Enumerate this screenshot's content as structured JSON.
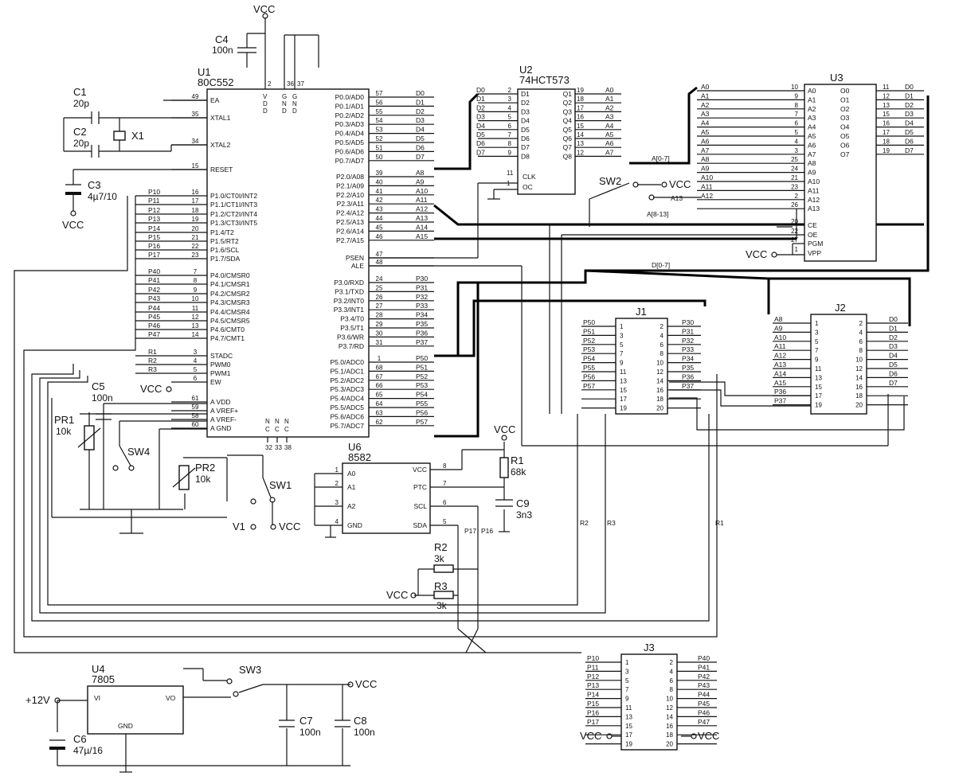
{
  "u1": {
    "ref": "U1",
    "part": "80C552",
    "left_pins": [
      {
        "num": "49",
        "name": "EA"
      },
      {
        "num": "35",
        "name": "XTAL1"
      },
      {
        "num": "34",
        "name": "XTAL2"
      },
      {
        "num": "15",
        "name": "RESET"
      },
      {
        "num": "16",
        "name": "P1.0/CT0I/INT2"
      },
      {
        "num": "17",
        "name": "P1.1/CT1I/INT3"
      },
      {
        "num": "18",
        "name": "P1.2/CT2I/INT4"
      },
      {
        "num": "19",
        "name": "P1.3/CT3I/INT5"
      },
      {
        "num": "20",
        "name": "P1.4/T2"
      },
      {
        "num": "21",
        "name": "P1.5/RT2"
      },
      {
        "num": "22",
        "name": "P1.6/SCL"
      },
      {
        "num": "23",
        "name": "P1.7/SDA"
      },
      {
        "num": "7",
        "name": "P4.0/CMSR0"
      },
      {
        "num": "8",
        "name": "P4.1/CMSR1"
      },
      {
        "num": "9",
        "name": "P4.2/CMSR2"
      },
      {
        "num": "10",
        "name": "P4.3/CMSR3"
      },
      {
        "num": "11",
        "name": "P4.4/CMSR4"
      },
      {
        "num": "12",
        "name": "P4.5/CMSR5"
      },
      {
        "num": "13",
        "name": "P4.6/CMT0"
      },
      {
        "num": "14",
        "name": "P4.7/CMT1"
      },
      {
        "num": "3",
        "name": "STADC"
      },
      {
        "num": "4",
        "name": "PWM0"
      },
      {
        "num": "5",
        "name": "PWM1"
      },
      {
        "num": "6",
        "name": "EW"
      },
      {
        "num": "61",
        "name": "A VDD"
      },
      {
        "num": "59",
        "name": "A VREF+"
      },
      {
        "num": "58",
        "name": "A VREF-"
      },
      {
        "num": "60",
        "name": "A GND"
      }
    ],
    "left_nets": [
      "P10",
      "P11",
      "P12",
      "P13",
      "P14",
      "P15",
      "P16",
      "P17",
      "P40",
      "P41",
      "P42",
      "P43",
      "P44",
      "P45",
      "P46",
      "P47",
      "R1",
      "R2",
      "R3"
    ],
    "right_pins": [
      {
        "num": "57",
        "name": "P0.0/AD0",
        "net": "D0"
      },
      {
        "num": "56",
        "name": "P0.1/AD1",
        "net": "D1"
      },
      {
        "num": "55",
        "name": "P0.2/AD2",
        "net": "D2"
      },
      {
        "num": "54",
        "name": "P0.3/AD3",
        "net": "D3"
      },
      {
        "num": "53",
        "name": "P0.4/AD4",
        "net": "D4"
      },
      {
        "num": "52",
        "name": "P0.5/AD5",
        "net": "D5"
      },
      {
        "num": "51",
        "name": "P0.6/AD6",
        "net": "D6"
      },
      {
        "num": "50",
        "name": "P0.7/AD7",
        "net": "D7"
      },
      {
        "num": "39",
        "name": "P2.0/A08",
        "net": "A8"
      },
      {
        "num": "40",
        "name": "P2.1/A09",
        "net": "A9"
      },
      {
        "num": "41",
        "name": "P2.2/A10",
        "net": "A10"
      },
      {
        "num": "42",
        "name": "P2.3/A11",
        "net": "A11"
      },
      {
        "num": "43",
        "name": "P2.4/A12",
        "net": "A12"
      },
      {
        "num": "44",
        "name": "P2.5/A13",
        "net": "A13"
      },
      {
        "num": "45",
        "name": "P2.6/A14",
        "net": "A14"
      },
      {
        "num": "46",
        "name": "P2.7/A15",
        "net": "A15"
      },
      {
        "num": "47",
        "name": "PSEN",
        "net": ""
      },
      {
        "num": "48",
        "name": "ALE",
        "net": ""
      },
      {
        "num": "24",
        "name": "P3.0/RXD",
        "net": "P30"
      },
      {
        "num": "25",
        "name": "P3.1/TXD",
        "net": "P31"
      },
      {
        "num": "26",
        "name": "P3.2/INT0",
        "net": "P32"
      },
      {
        "num": "27",
        "name": "P3.3/INT1",
        "net": "P33"
      },
      {
        "num": "28",
        "name": "P3.4/T0",
        "net": "P34"
      },
      {
        "num": "29",
        "name": "P3.5/T1",
        "net": "P35"
      },
      {
        "num": "30",
        "name": "P3.6/WR",
        "net": "P36"
      },
      {
        "num": "31",
        "name": "P3.7/RD",
        "net": "P37"
      },
      {
        "num": "1",
        "name": "P5.0/ADC0",
        "net": "P50"
      },
      {
        "num": "68",
        "name": "P5.1/ADC1",
        "net": "P51"
      },
      {
        "num": "67",
        "name": "P5.2/ADC2",
        "net": "P52"
      },
      {
        "num": "66",
        "name": "P5.3/ADC3",
        "net": "P53"
      },
      {
        "num": "65",
        "name": "P5.4/ADC4",
        "net": "P54"
      },
      {
        "num": "64",
        "name": "P5.5/ADC5",
        "net": "P55"
      },
      {
        "num": "63",
        "name": "P5.6/ADC6",
        "net": "P56"
      },
      {
        "num": "62",
        "name": "P5.7/ADC7",
        "net": "P57"
      }
    ],
    "top_pins": [
      {
        "num": "2",
        "name": "VDD"
      },
      {
        "num": "36",
        "name": "GND"
      },
      {
        "num": "37",
        "name": "GND"
      }
    ],
    "bottom_pins": [
      {
        "num": "32",
        "name": "NC"
      },
      {
        "num": "33",
        "name": "NC"
      },
      {
        "num": "38",
        "name": "NC"
      }
    ]
  },
  "u2": {
    "ref": "U2",
    "part": "74HCT573",
    "d_pins": [
      {
        "num": "2",
        "name": "D1",
        "net": "D0"
      },
      {
        "num": "3",
        "name": "D2",
        "net": "D1"
      },
      {
        "num": "4",
        "name": "D3",
        "net": "D2"
      },
      {
        "num": "5",
        "name": "D4",
        "net": "D3"
      },
      {
        "num": "6",
        "name": "D5",
        "net": "D4"
      },
      {
        "num": "7",
        "name": "D6",
        "net": "D5"
      },
      {
        "num": "8",
        "name": "D7",
        "net": "D6"
      },
      {
        "num": "9",
        "name": "D8",
        "net": "D7"
      }
    ],
    "q_pins": [
      {
        "num": "19",
        "name": "Q1",
        "net": "A0"
      },
      {
        "num": "18",
        "name": "Q2",
        "net": "A1"
      },
      {
        "num": "17",
        "name": "Q3",
        "net": "A2"
      },
      {
        "num": "16",
        "name": "Q4",
        "net": "A3"
      },
      {
        "num": "15",
        "name": "Q5",
        "net": "A4"
      },
      {
        "num": "14",
        "name": "Q6",
        "net": "A5"
      },
      {
        "num": "13",
        "name": "Q7",
        "net": "A6"
      },
      {
        "num": "12",
        "name": "Q8",
        "net": "A7"
      }
    ],
    "clk": {
      "num": "11",
      "name": "CLK"
    },
    "oc": {
      "num": "1",
      "name": "OC"
    }
  },
  "u3": {
    "ref": "U3",
    "a_pins": [
      {
        "num": "10",
        "name": "A0",
        "net": "A0"
      },
      {
        "num": "9",
        "name": "A1",
        "net": "A1"
      },
      {
        "num": "8",
        "name": "A2",
        "net": "A2"
      },
      {
        "num": "7",
        "name": "A3",
        "net": "A3"
      },
      {
        "num": "6",
        "name": "A4",
        "net": "A4"
      },
      {
        "num": "5",
        "name": "A5",
        "net": "A5"
      },
      {
        "num": "4",
        "name": "A6",
        "net": "A6"
      },
      {
        "num": "3",
        "name": "A7",
        "net": "A7"
      },
      {
        "num": "25",
        "name": "A8",
        "net": "A8"
      },
      {
        "num": "24",
        "name": "A9",
        "net": "A9"
      },
      {
        "num": "21",
        "name": "A10",
        "net": "A10"
      },
      {
        "num": "23",
        "name": "A11",
        "net": "A11"
      },
      {
        "num": "2",
        "name": "A12",
        "net": "A12"
      },
      {
        "num": "26",
        "name": "A13",
        "net": ""
      }
    ],
    "ctrl_pins": [
      {
        "num": "20",
        "name": "CE"
      },
      {
        "num": "22",
        "name": "OE"
      },
      {
        "num": "27",
        "name": "PGM"
      },
      {
        "num": "1",
        "name": "VPP"
      }
    ],
    "o_pins": [
      {
        "num": "11",
        "name": "O0",
        "net": "D0"
      },
      {
        "num": "12",
        "name": "O1",
        "net": "D1"
      },
      {
        "num": "13",
        "name": "O2",
        "net": "D2"
      },
      {
        "num": "15",
        "name": "O3",
        "net": "D3"
      },
      {
        "num": "16",
        "name": "O4",
        "net": "D4"
      },
      {
        "num": "17",
        "name": "O5",
        "net": "D5"
      },
      {
        "num": "18",
        "name": "O6",
        "net": "D6"
      },
      {
        "num": "19",
        "name": "O7",
        "net": "D7"
      }
    ]
  },
  "j1": {
    "ref": "J1",
    "left": [
      {
        "num": "1",
        "net": "P50"
      },
      {
        "num": "3",
        "net": "P51"
      },
      {
        "num": "5",
        "net": "P52"
      },
      {
        "num": "7",
        "net": "P53"
      },
      {
        "num": "9",
        "net": "P54"
      },
      {
        "num": "11",
        "net": "P55"
      },
      {
        "num": "13",
        "net": "P56"
      },
      {
        "num": "15",
        "net": "P57"
      },
      {
        "num": "17",
        "net": ""
      },
      {
        "num": "19",
        "net": ""
      }
    ],
    "right": [
      {
        "num": "2",
        "net": "P30"
      },
      {
        "num": "4",
        "net": "P31"
      },
      {
        "num": "6",
        "net": "P32"
      },
      {
        "num": "8",
        "net": "P33"
      },
      {
        "num": "10",
        "net": "P34"
      },
      {
        "num": "12",
        "net": "P35"
      },
      {
        "num": "14",
        "net": "P36"
      },
      {
        "num": "16",
        "net": "P37"
      },
      {
        "num": "18",
        "net": ""
      },
      {
        "num": "20",
        "net": ""
      }
    ]
  },
  "j2": {
    "ref": "J2",
    "left": [
      {
        "num": "1",
        "net": "A8"
      },
      {
        "num": "3",
        "net": "A9"
      },
      {
        "num": "5",
        "net": "A10"
      },
      {
        "num": "7",
        "net": "A11"
      },
      {
        "num": "9",
        "net": "A12"
      },
      {
        "num": "11",
        "net": "A13"
      },
      {
        "num": "13",
        "net": "A14"
      },
      {
        "num": "15",
        "net": "A15"
      },
      {
        "num": "17",
        "net": "P36"
      },
      {
        "num": "19",
        "net": "P37"
      }
    ],
    "right": [
      {
        "num": "2",
        "net": "D0"
      },
      {
        "num": "4",
        "net": "D1"
      },
      {
        "num": "6",
        "net": "D2"
      },
      {
        "num": "8",
        "net": "D3"
      },
      {
        "num": "10",
        "net": "D4"
      },
      {
        "num": "12",
        "net": "D5"
      },
      {
        "num": "14",
        "net": "D6"
      },
      {
        "num": "16",
        "net": "D7"
      },
      {
        "num": "18",
        "net": ""
      },
      {
        "num": "20",
        "net": ""
      }
    ]
  },
  "j3": {
    "ref": "J3",
    "left": [
      {
        "num": "1",
        "net": "P10"
      },
      {
        "num": "3",
        "net": "P11"
      },
      {
        "num": "5",
        "net": "P12"
      },
      {
        "num": "7",
        "net": "P13"
      },
      {
        "num": "9",
        "net": "P14"
      },
      {
        "num": "11",
        "net": "P15"
      },
      {
        "num": "13",
        "net": "P16"
      },
      {
        "num": "15",
        "net": "P17"
      },
      {
        "num": "17",
        "net": "VCC"
      },
      {
        "num": "19",
        "net": ""
      }
    ],
    "right": [
      {
        "num": "2",
        "net": "P40"
      },
      {
        "num": "4",
        "net": "P41"
      },
      {
        "num": "6",
        "net": "P42"
      },
      {
        "num": "8",
        "net": "P43"
      },
      {
        "num": "10",
        "net": "P44"
      },
      {
        "num": "12",
        "net": "P45"
      },
      {
        "num": "14",
        "net": "P46"
      },
      {
        "num": "16",
        "net": "P47"
      },
      {
        "num": "18",
        "net": "VCC"
      },
      {
        "num": "20",
        "net": ""
      }
    ]
  },
  "u6": {
    "ref": "U6",
    "part": "8582",
    "left": [
      {
        "num": "1",
        "name": "A0"
      },
      {
        "num": "2",
        "name": "A1"
      },
      {
        "num": "3",
        "name": "A2"
      },
      {
        "num": "4",
        "name": "GND"
      }
    ],
    "right": [
      {
        "num": "8",
        "name": "VCC"
      },
      {
        "num": "7",
        "name": "PTC"
      },
      {
        "num": "6",
        "name": "SCL"
      },
      {
        "num": "5",
        "name": "SDA"
      }
    ]
  },
  "u4": {
    "ref": "U4",
    "part": "7805",
    "vi": "VI",
    "vo": "VO",
    "gnd": "GND"
  },
  "parts": {
    "c1_ref": "C1",
    "c1_val": "20p",
    "c2_ref": "C2",
    "c2_val": "20p",
    "c3_ref": "C3",
    "c3_val": "4µ7/10",
    "c4_ref": "C4",
    "c4_val": "100n",
    "c5_ref": "C5",
    "c5_val": "100n",
    "c6_ref": "C6",
    "c6_val": "47µ/16",
    "c7_ref": "C7",
    "c7_val": "100n",
    "c8_ref": "C8",
    "c8_val": "100n",
    "c9_ref": "C9",
    "c9_val": "3n3",
    "x1_ref": "X1",
    "pr1_ref": "PR1",
    "pr1_val": "10k",
    "pr2_ref": "PR2",
    "pr2_val": "10k",
    "r1_ref": "R1",
    "r1_val": "68k",
    "r2_ref": "R2",
    "r2_val": "3k",
    "r3_ref": "R3",
    "r3_val": "3k",
    "sw1": "SW1",
    "sw2": "SW2",
    "sw3": "SW3",
    "sw4": "SW4"
  },
  "labels": {
    "vcc": "VCC",
    "v1": "V1",
    "plus12": "+12V",
    "a_bus": "A[0-7]",
    "a_bus_hi": "A[8-13]",
    "d_bus": "D[0-7]",
    "a13": "A13",
    "r1": "R1",
    "r2": "R2",
    "r3": "R3",
    "p17": "P17",
    "p16": "P16"
  }
}
